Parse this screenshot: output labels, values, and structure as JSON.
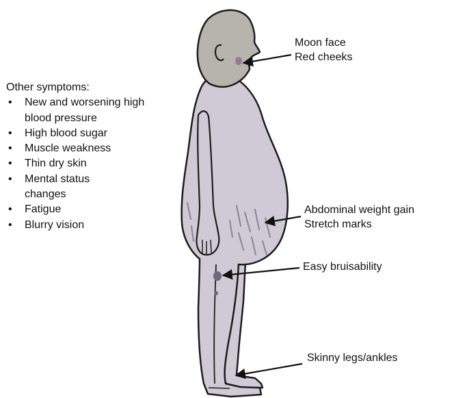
{
  "symptoms": {
    "heading": "Other symptoms:",
    "items": [
      "New and worsening high blood pressure",
      "High blood sugar",
      "Muscle weakness",
      "Thin dry skin",
      "Mental status changes",
      "Fatigue",
      "Blurry vision"
    ]
  },
  "labels": {
    "face_1": "Moon face",
    "face_2": "Red cheeks",
    "abdomen_1": "Abdominal weight gain",
    "abdomen_2": "Stretch marks",
    "bruise": "Easy bruisability",
    "legs": "Skinny legs/ankles"
  },
  "colors": {
    "body_fill": "#cfcad6",
    "head_fill": "#b7b4ae",
    "outline": "#1c1c1c",
    "cheek": "#8e7f92",
    "bruise": "#6f6878",
    "stretch": "#8a8494"
  }
}
